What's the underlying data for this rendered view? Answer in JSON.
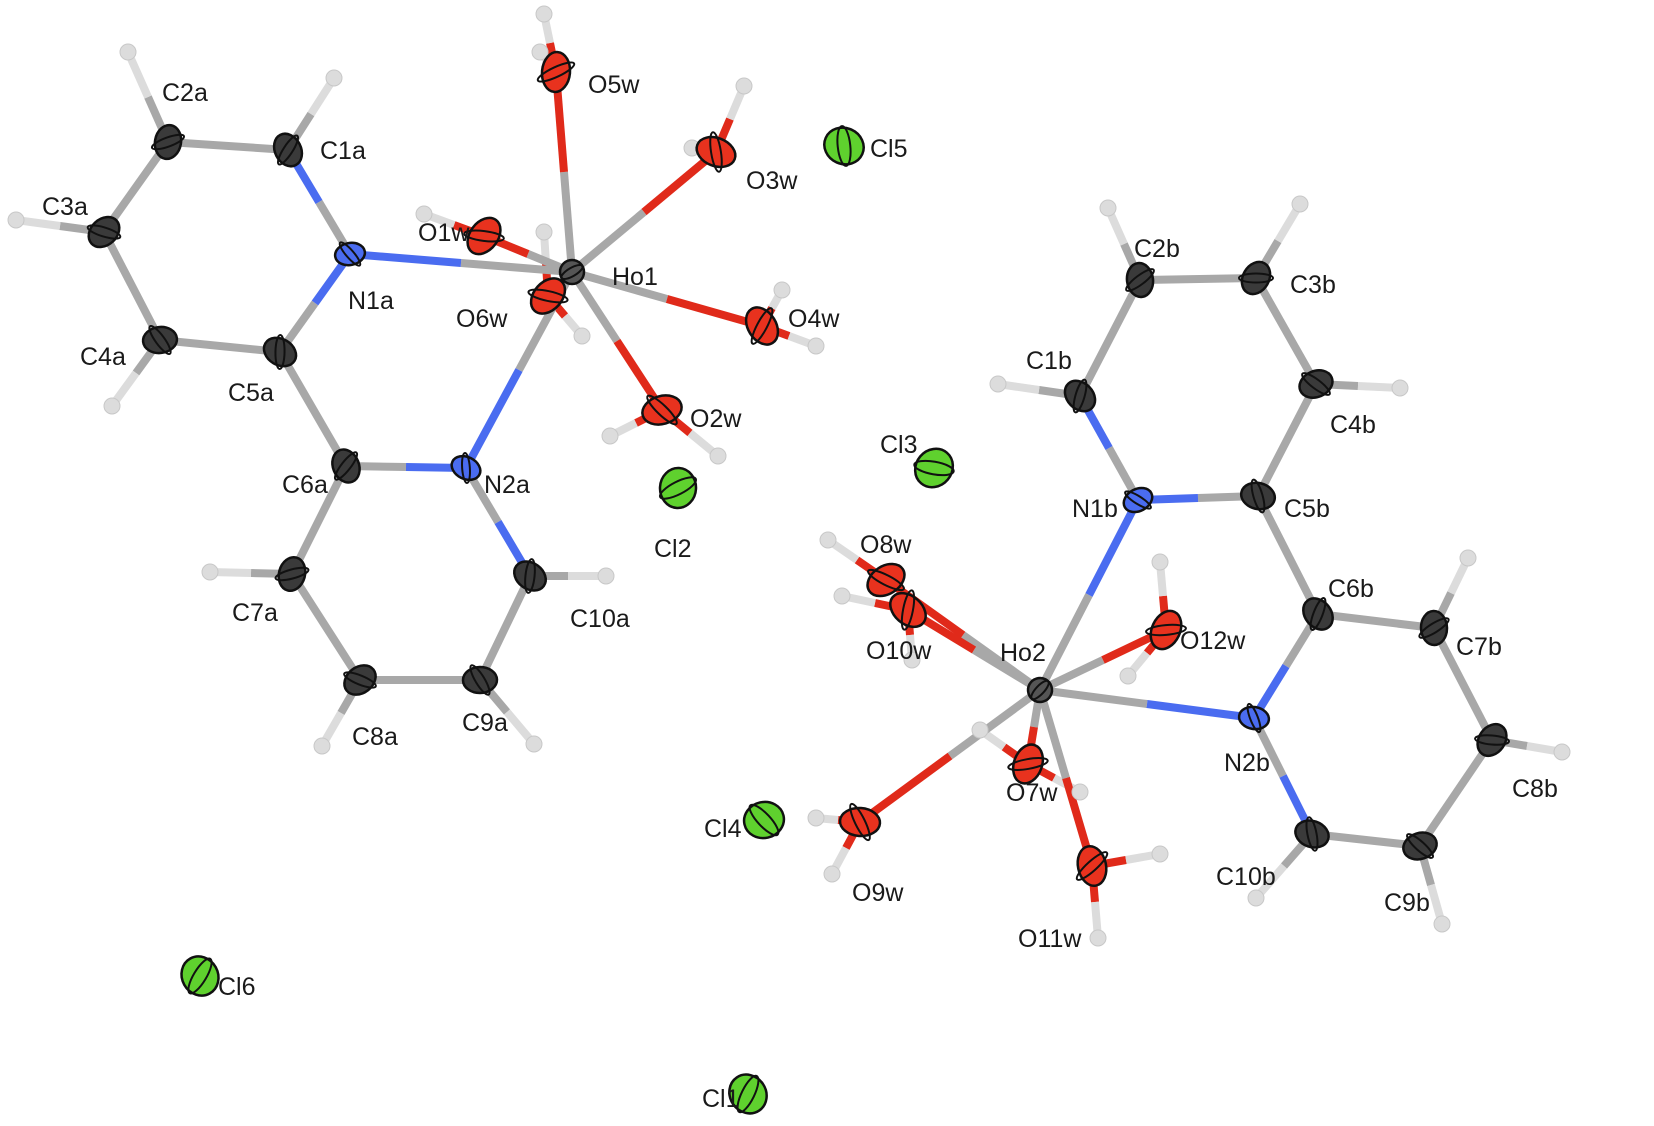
{
  "colors": {
    "background": "#ffffff",
    "carbon": "#3a3a3a",
    "hydrogen": "#dcdcdc",
    "nitrogen": "#4a6cf0",
    "oxygen": "#e8321e",
    "chlorine": "#5fd12e",
    "holmium": "#555555",
    "bond_grey": "#a8a8a8",
    "bond_red": "#e02a1a",
    "bond_blue": "#4a6cf0",
    "outline": "#111111"
  },
  "atoms": [
    {
      "id": "Ho1",
      "el": "Ho",
      "label": "Ho1"
    },
    {
      "id": "O1w",
      "el": "O",
      "label": "O1w"
    },
    {
      "id": "O2w",
      "el": "O",
      "label": "O2w"
    },
    {
      "id": "O3w",
      "el": "O",
      "label": "O3w"
    },
    {
      "id": "O4w",
      "el": "O",
      "label": "O4w"
    },
    {
      "id": "O5w",
      "el": "O",
      "label": "O5w"
    },
    {
      "id": "O6w",
      "el": "O",
      "label": "O6w"
    },
    {
      "id": "N1a",
      "el": "N",
      "label": "N1a"
    },
    {
      "id": "N2a",
      "el": "N",
      "label": "N2a"
    },
    {
      "id": "C1a",
      "el": "C",
      "label": "C1a"
    },
    {
      "id": "C2a",
      "el": "C",
      "label": "C2a"
    },
    {
      "id": "C3a",
      "el": "C",
      "label": "C3a"
    },
    {
      "id": "C4a",
      "el": "C",
      "label": "C4a"
    },
    {
      "id": "C5a",
      "el": "C",
      "label": "C5a"
    },
    {
      "id": "C6a",
      "el": "C",
      "label": "C6a"
    },
    {
      "id": "C7a",
      "el": "C",
      "label": "C7a"
    },
    {
      "id": "C8a",
      "el": "C",
      "label": "C8a"
    },
    {
      "id": "C9a",
      "el": "C",
      "label": "C9a"
    },
    {
      "id": "C10a",
      "el": "C",
      "label": "C10a"
    },
    {
      "id": "Ho2",
      "el": "Ho",
      "label": "Ho2"
    },
    {
      "id": "O7w",
      "el": "O",
      "label": "O7w"
    },
    {
      "id": "O8w",
      "el": "O",
      "label": "O8w"
    },
    {
      "id": "O9w",
      "el": "O",
      "label": "O9w"
    },
    {
      "id": "O10w",
      "el": "O",
      "label": "O10w"
    },
    {
      "id": "O11w",
      "el": "O",
      "label": "O11w"
    },
    {
      "id": "O12w",
      "el": "O",
      "label": "O12w"
    },
    {
      "id": "N1b",
      "el": "N",
      "label": "N1b"
    },
    {
      "id": "N2b",
      "el": "N",
      "label": "N2b"
    },
    {
      "id": "C1b",
      "el": "C",
      "label": "C1b"
    },
    {
      "id": "C2b",
      "el": "C",
      "label": "C2b"
    },
    {
      "id": "C3b",
      "el": "C",
      "label": "C3b"
    },
    {
      "id": "C4b",
      "el": "C",
      "label": "C4b"
    },
    {
      "id": "C5b",
      "el": "C",
      "label": "C5b"
    },
    {
      "id": "C6b",
      "el": "C",
      "label": "C6b"
    },
    {
      "id": "C7b",
      "el": "C",
      "label": "C7b"
    },
    {
      "id": "C8b",
      "el": "C",
      "label": "C8b"
    },
    {
      "id": "C9b",
      "el": "C",
      "label": "C9b"
    },
    {
      "id": "C10b",
      "el": "C",
      "label": "C10b"
    },
    {
      "id": "Cl1",
      "el": "Cl",
      "label": "Cl1"
    },
    {
      "id": "Cl2",
      "el": "Cl",
      "label": "Cl2"
    },
    {
      "id": "Cl3",
      "el": "Cl",
      "label": "Cl3"
    },
    {
      "id": "Cl4",
      "el": "Cl",
      "label": "Cl4"
    },
    {
      "id": "Cl5",
      "el": "Cl",
      "label": "Cl5"
    },
    {
      "id": "Cl6",
      "el": "Cl",
      "label": "Cl6"
    }
  ]
}
